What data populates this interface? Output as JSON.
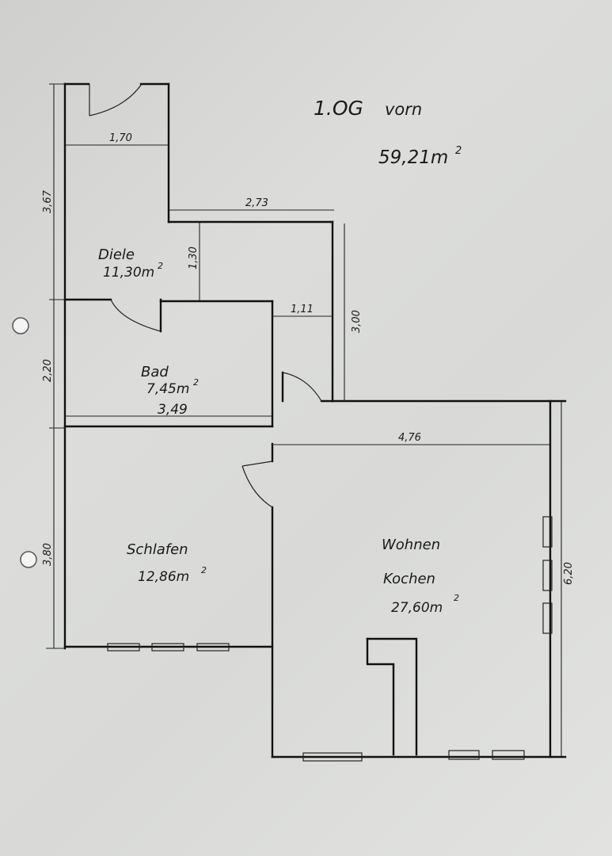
{
  "header": {
    "floor": "1.OG",
    "position": "vorn",
    "total_area": "59,21m",
    "total_area_sup": "2"
  },
  "rooms": {
    "diele": {
      "name": "Diele",
      "area": "11,30m",
      "sup": "2"
    },
    "bad": {
      "name": "Bad",
      "area": "7,45m",
      "sup": "2"
    },
    "schlafen": {
      "name": "Schlafen",
      "area": "12,86m",
      "sup": "2"
    },
    "wohnen": {
      "name_line1": "Wohnen",
      "name_line2": "Kochen",
      "area": "27,60m",
      "sup": "2"
    }
  },
  "dimensions": {
    "d_170": "1,70",
    "d_273": "2,73",
    "d_130": "1,30",
    "d_111": "1,11",
    "d_300": "3,00",
    "d_349": "3,49",
    "d_476": "4,76",
    "d_367": "3,67",
    "d_220": "2,20",
    "d_380": "3,80",
    "d_620": "6,20"
  }
}
